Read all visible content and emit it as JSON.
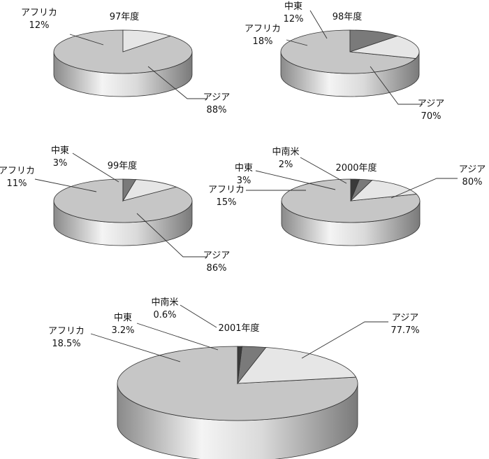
{
  "chart_data": [
    {
      "type": "pie",
      "title": "97年度",
      "slices": [
        {
          "label": "アジア",
          "value": 88,
          "value_label": "88%"
        },
        {
          "label": "アフリカ",
          "value": 12,
          "value_label": "12%"
        }
      ]
    },
    {
      "type": "pie",
      "title": "98年度",
      "slices": [
        {
          "label": "アジア",
          "value": 70,
          "value_label": "70%"
        },
        {
          "label": "アフリカ",
          "value": 18,
          "value_label": "18%"
        },
        {
          "label": "中東",
          "value": 12,
          "value_label": "12%"
        }
      ]
    },
    {
      "type": "pie",
      "title": "99年度",
      "slices": [
        {
          "label": "アジア",
          "value": 86,
          "value_label": "86%"
        },
        {
          "label": "アフリカ",
          "value": 11,
          "value_label": "11%"
        },
        {
          "label": "中東",
          "value": 3,
          "value_label": "3%"
        }
      ]
    },
    {
      "type": "pie",
      "title": "2000年度",
      "slices": [
        {
          "label": "アジア",
          "value": 80,
          "value_label": "80%"
        },
        {
          "label": "アフリカ",
          "value": 15,
          "value_label": "15%"
        },
        {
          "label": "中東",
          "value": 3,
          "value_label": "3%"
        },
        {
          "label": "中南米",
          "value": 2,
          "value_label": "2%"
        }
      ]
    },
    {
      "type": "pie",
      "title": "2001年度",
      "slices": [
        {
          "label": "アジア",
          "value": 77.7,
          "value_label": "77.7%"
        },
        {
          "label": "アフリカ",
          "value": 18.5,
          "value_label": "18.5%"
        },
        {
          "label": "中東",
          "value": 3.2,
          "value_label": "3.2%"
        },
        {
          "label": "中南米",
          "value": 0.6,
          "value_label": "0.6%"
        }
      ]
    }
  ],
  "colors": {
    "アジア": "#c6c6c6",
    "アフリカ": "#e6e6e6",
    "中東": "#7a7a7a",
    "中南米": "#3a3a3a"
  }
}
